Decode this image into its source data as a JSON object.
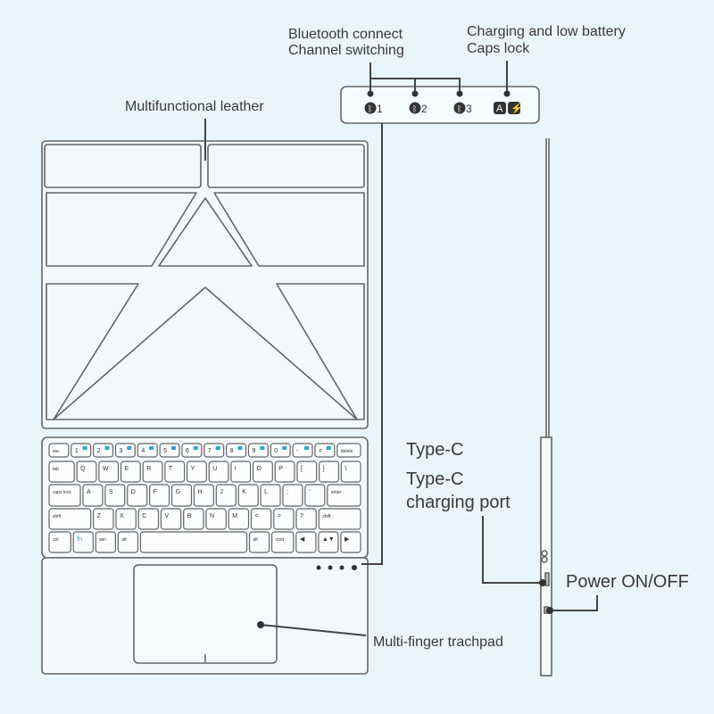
{
  "callouts": {
    "bluetooth_line1": "Bluetooth connect",
    "bluetooth_line2": "Channel switching",
    "charging_line1": "Charging and low battery",
    "charging_line2": "Caps lock",
    "leather": "Multifunctional leather",
    "typec_1": "Type-C",
    "typec_2": "Type-C",
    "charging_port": "charging port",
    "power": "Power ON/OFF",
    "trackpad": "Multi-finger trachpad"
  },
  "indicators": [
    {
      "icon": "bluetooth-icon",
      "label": "1"
    },
    {
      "icon": "bluetooth-icon",
      "label": "2"
    },
    {
      "icon": "bluetooth-icon",
      "label": "3"
    },
    {
      "icon": "caps-lock-icon",
      "label": "A"
    },
    {
      "icon": "charging-icon",
      "label": "⚡"
    }
  ],
  "keyboard": {
    "rows": [
      [
        "esc",
        "1",
        "2",
        "3",
        "4",
        "5",
        "6",
        "7",
        "8",
        "9",
        "0",
        "-",
        "=",
        "delete"
      ],
      [
        "tab",
        "Q",
        "W",
        "E",
        "R",
        "T",
        "Y",
        "U",
        "I",
        "O",
        "P",
        "[",
        "]",
        "\\"
      ],
      [
        "caps lock",
        "A",
        "S",
        "D",
        "F",
        "G",
        "H",
        "J",
        "K",
        "L",
        ";",
        "'",
        "enter"
      ],
      [
        "shift",
        "Z",
        "X",
        "C",
        "V",
        "B",
        "N",
        "M",
        "<",
        ">",
        "?",
        "shift"
      ],
      [
        "ctrl",
        "fn",
        "win",
        "alt",
        "",
        "alt",
        "cmd",
        "◀",
        "▲▼",
        "▶"
      ]
    ]
  },
  "colors": {
    "accent": "#2aa8c9",
    "line": "#555b60",
    "background": "#eaf4fb"
  }
}
